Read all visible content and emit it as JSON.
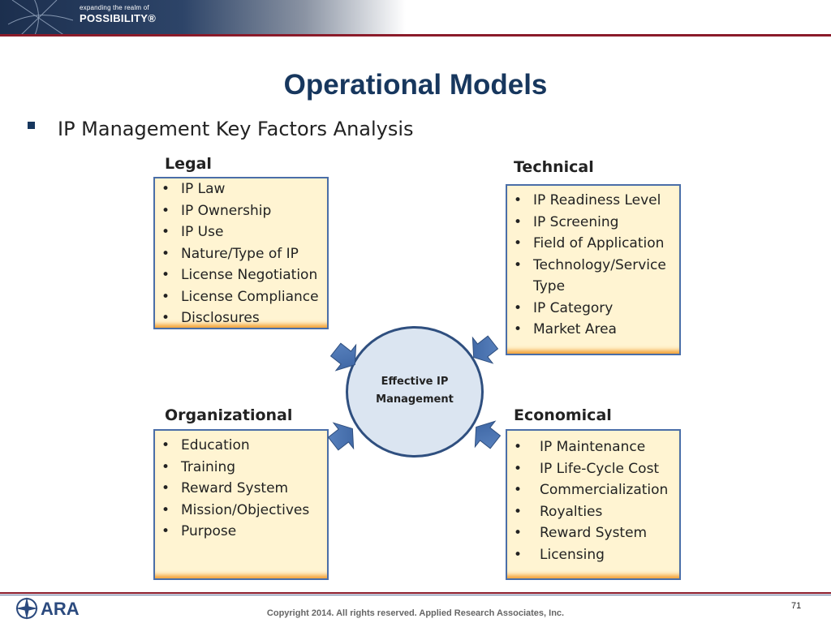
{
  "banner": {
    "tagline": "expanding the realm of",
    "wordmark": "POSSIBILITY®"
  },
  "slide": {
    "title": "Operational Models",
    "bullet": "IP Management Key Factors Analysis"
  },
  "diagram": {
    "center_label_line1": "Effective IP",
    "center_label_line2": "Management",
    "legal": {
      "heading": "Legal",
      "items": [
        "IP Law",
        "IP Ownership",
        "IP Use",
        "Nature/Type of IP",
        "License Negotiation",
        "License Compliance",
        "Disclosures"
      ]
    },
    "technical": {
      "heading": "Technical",
      "items": [
        "IP Readiness Level",
        "IP Screening",
        "Field of Application",
        "Technology/Service",
        "Type",
        "IP Category",
        "Market Area"
      ]
    },
    "organizational": {
      "heading": "Organizational",
      "items": [
        "Education",
        "Training",
        "Reward System",
        "Mission/Objectives",
        "Purpose"
      ]
    },
    "economical": {
      "heading": "Economical",
      "items": [
        "IP Maintenance",
        "IP Life-Cycle Cost",
        "Commercialization",
        "Royalties",
        "Reward System",
        "Licensing"
      ]
    }
  },
  "footer": {
    "logo_text": "ARA",
    "copyright": "Copyright 2014.  All rights reserved.  Applied Research Associates, Inc.",
    "page_number": "71"
  },
  "colors": {
    "title": "#17375e",
    "box_fill": "#fff4d2",
    "box_border": "#4a6ea8",
    "box_shadow": "#f3a033",
    "hub_fill": "#dbe5f1",
    "arrow": "#4a72b0",
    "rule": "#8b1b2a"
  }
}
